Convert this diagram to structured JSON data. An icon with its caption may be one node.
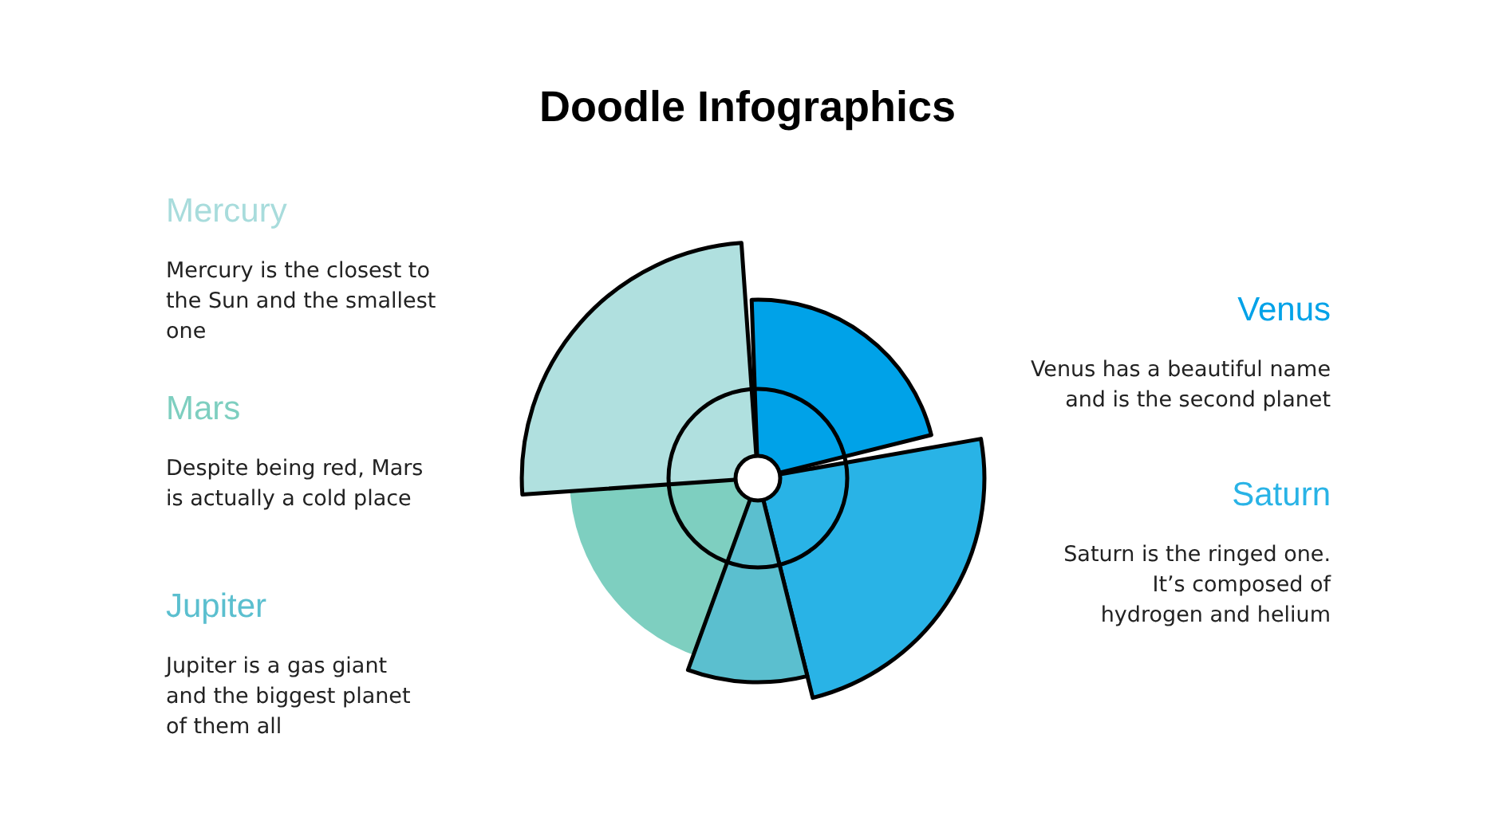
{
  "diagram": {
    "title": "Doodle Infographics",
    "labels": [
      "Mercury",
      "Mercury is the closest to the Sun and the smallest one",
      "Venus",
      "Venus has a beautiful name and is the second planet",
      "Mars",
      "Despite being red, Mars is actually a cold place",
      "Saturn",
      "Saturn is the ringed one. It’s composed of hydrogen and helium",
      "Jupiter",
      "Jupiter is a gas giant and the biggest planet of them all"
    ]
  }
}
